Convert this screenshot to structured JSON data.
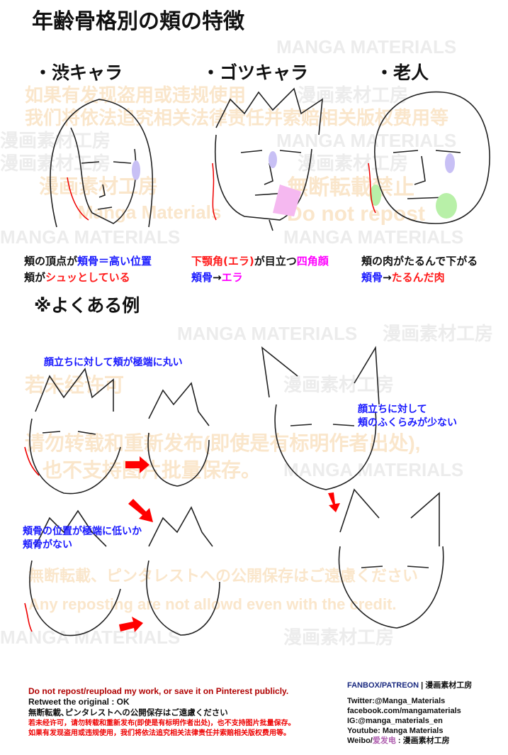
{
  "title": "年齢骨格別の頬の特徴",
  "sections": [
    {
      "heading": "・渋キャラ",
      "caption_line1_a": "頬の頂点が",
      "caption_line1_b": "頬骨＝高い位置",
      "caption_line2_a": "頬が",
      "caption_line2_b": "シュッとしている"
    },
    {
      "heading": "・ゴツキャラ",
      "caption_line1_a": "下顎角(エラ)",
      "caption_line1_b": "が目立つ",
      "caption_line1_c": "四角顔",
      "caption_line2_a": "頬骨",
      "caption_line2_b": "→",
      "caption_line2_c": "エラ"
    },
    {
      "heading": "・老人",
      "caption_line1_a": "頬の肉がたるんで下がる",
      "caption_line2_a": "頬骨",
      "caption_line2_b": "→",
      "caption_line2_c": "たるんだ肉"
    }
  ],
  "examples": {
    "heading": "※よくある例",
    "note_round": "顔立ちに対して頬が極端に丸い",
    "note_small_1": "顔立ちに対して",
    "note_small_2": "頬のふくらみが少ない",
    "note_low_1": "頬骨の位置が極端に低いか",
    "note_low_2": "頬骨がない"
  },
  "watermarks": {
    "en": "MANGA MATERIALS",
    "jp": "漫画素材工房",
    "cn1": "如果有发现盗用或违规使用",
    "cn2": "我们将依法追究相关法律责任并索赔相关版权费用等",
    "stamp1": "漫画素材工房",
    "stamp2": "無断転載禁止",
    "stamp3": "Manga Materials",
    "stamp4": "Do not repost",
    "cn3": "若未经许可",
    "cn4": "请勿转载和重新发布(即使是有标明作者出处),",
    "cn5": "也不支持图片批量保存。",
    "jp2": "無断転載、ピンタレストへの公開保存はご遠慮ください",
    "en2": "Any reposting are not allowd even with the credit."
  },
  "footer": {
    "warning_en": "Do not repost/reupload my work, or save it on Pinterest publicly.",
    "retweet": "Retweet the original : OK",
    "warning_jp": "無断転載､ピンタレストへの公開保存はご遠慮ください",
    "warning_cn1": "若未经许可，请勿转载和重新发布(即使是有标明作者出处)，也不支持图片批量保存。",
    "warning_cn2": "如果有发现盗用或违规使用，我们将依法追究相关法律责任并索赔相关版权费用等。",
    "fanbox": "FANBOX/PATREON",
    "fanbox_sep": " | 漫画素材工房",
    "twitter": "Twitter:@Manga_Materials",
    "facebook": "facebook.com/mangamaterials",
    "instagram": "IG:@manga_materials_en",
    "youtube": "Youtube: Manga Materials",
    "weibo_a": "Weibo/",
    "weibo_b": "爱发电",
    "weibo_c": " : 漫画素材工房"
  },
  "colors": {
    "blue": "#1a1aff",
    "red": "#ff1a1a",
    "magenta": "#ff00ff",
    "dark_red": "#b00000",
    "navy": "#1a2a80"
  }
}
